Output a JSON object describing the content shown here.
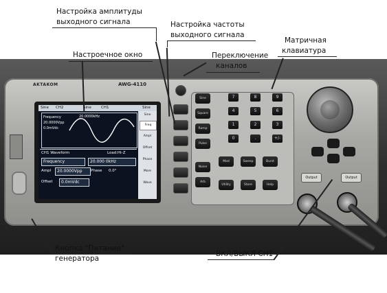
{
  "annotations": {
    "amplitude_setting_line1": "Настройка амплитуды",
    "amplitude_setting_line2": "выходного сигнала",
    "frequency_setting_line1": "Настройка частоты",
    "frequency_setting_line2": "выходного сигнала",
    "settings_window": "Настроечное окно",
    "channel_switch_line1": "Переключение",
    "channel_switch_line2": "каналов",
    "matrix_keypad_line1": "Матричная",
    "matrix_keypad_line2": "клавиатура",
    "power_button_line1": "Кнопка \"Питание\"",
    "power_button_line2": "генератора",
    "ch1_toggle": "ВКЛ/ВЫКЛ CH1"
  },
  "device": {
    "brand": "AKTAKOM",
    "model": "AWG-4110",
    "screen": {
      "tab1": "Sine",
      "tab1_ch": "CH2",
      "tab2": "Sine",
      "tab2_ch": "CH1",
      "tab3": "Sine",
      "wave_frequency_label": "Frequency",
      "wave_frequency_value": "20.0000kHz",
      "wave_amp_line1": "20.0000Vpp",
      "wave_amp_line2": "0.0mVdc",
      "info_header": "CH1 Waveform",
      "info_load": "Load:Hi-Z",
      "freq_label": "Frequency",
      "freq_value": "20.000 0kHz",
      "ampl_label": "Ampl",
      "ampl_value": "20.0000Vpp",
      "phase_label": "Phase",
      "phase_value": "0.0°",
      "offset_label": "Offset",
      "offset_value": "0.0mVdc",
      "side_menu": [
        "Sine",
        "Freq",
        "Ampl",
        "Offset",
        "Phase",
        "More",
        "Wave"
      ]
    },
    "keypad_keys": [
      "7",
      "8",
      "9",
      "4",
      "5",
      "6",
      "1",
      "2",
      "3",
      "0",
      ".",
      "+/-"
    ],
    "function_keys": [
      "Sine",
      "Square",
      "Ramp",
      "Pulse",
      "Noise",
      "Arb",
      "Mod",
      "Sweep",
      "Burst",
      "Utility",
      "Store",
      "Help"
    ],
    "output_labels": [
      "Output",
      "Output"
    ]
  }
}
